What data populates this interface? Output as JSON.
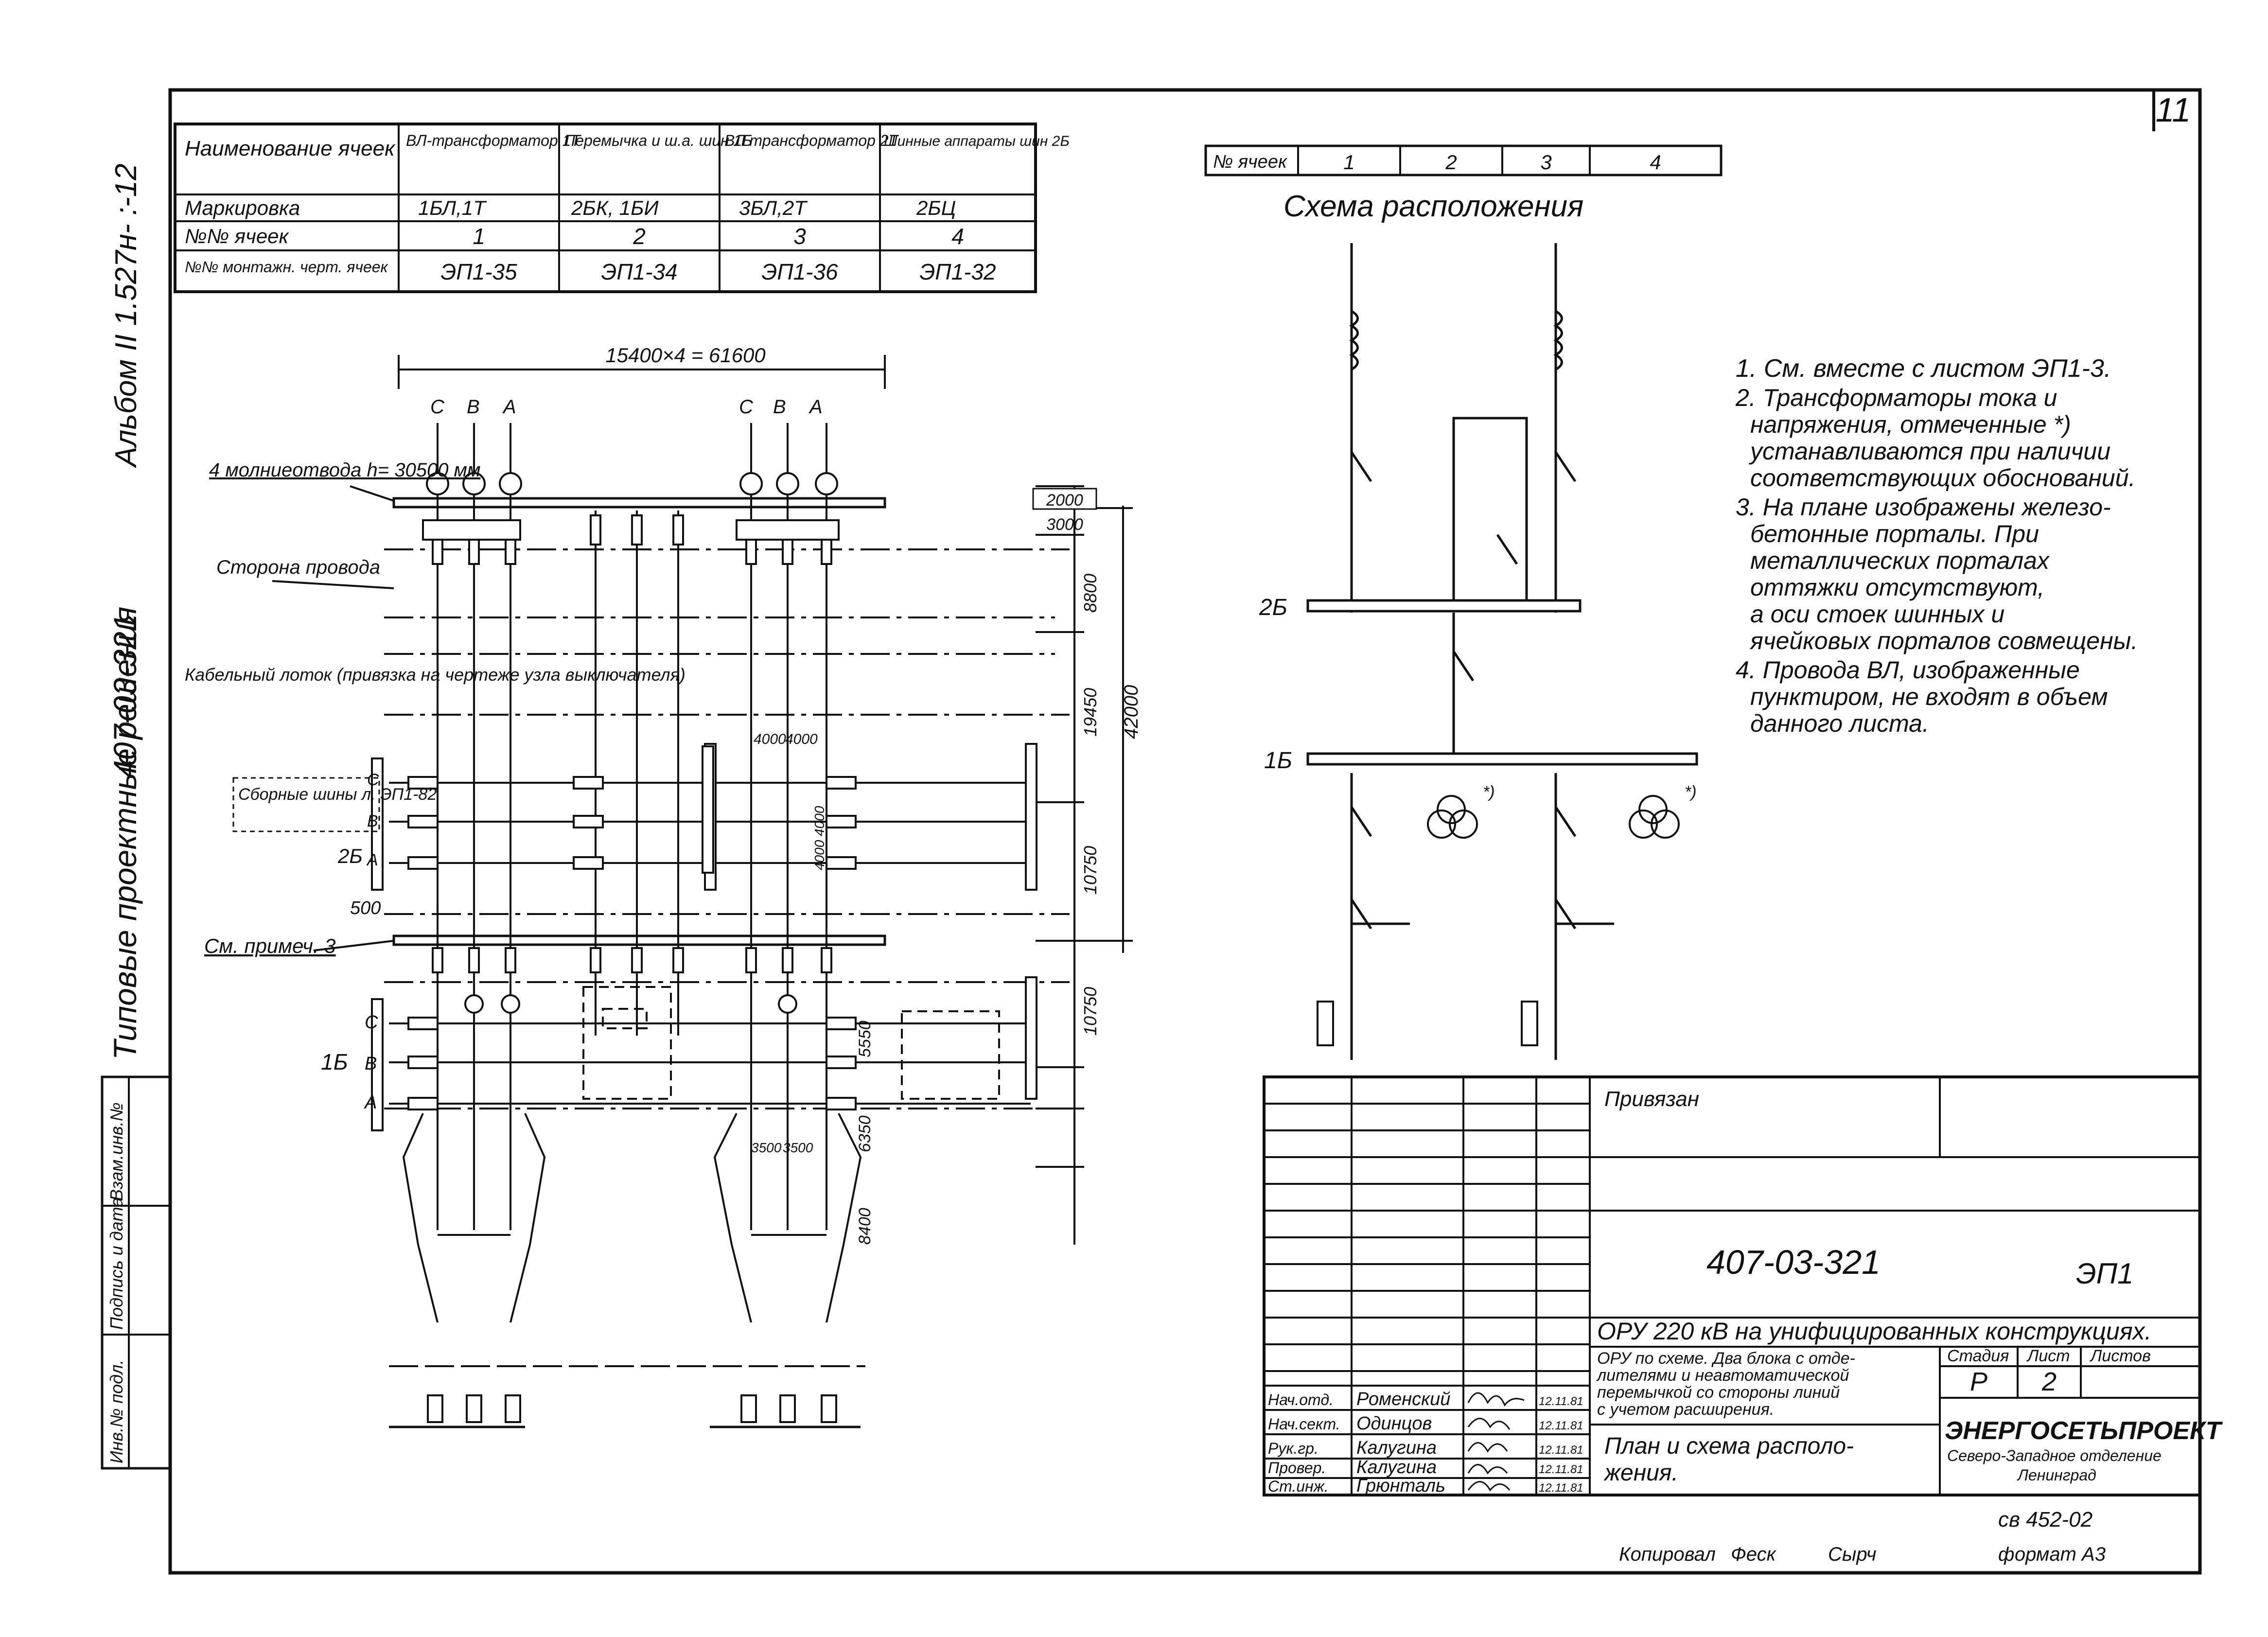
{
  "sheet_number": "11",
  "left_margin": {
    "series": "Типовые проектные решения",
    "doc_code": "407-03-321",
    "album": "Альбом II  1.527н-  :-12",
    "stamp_labels": [
      "Инв.№ подл.",
      "Подпись и дата",
      "Взам.инв.№"
    ]
  },
  "cells_table": {
    "rows": [
      [
        "Наименование ячеек",
        "ВЛ-трансформатор 1Т",
        "Перемычка и ш.а. шин 1Б",
        "ВЛ трансформатор 2Т",
        "Шинные аппараты шин 2Б"
      ],
      [
        "Маркировка",
        "1БЛ,1Т",
        "2БК, 1БИ",
        "3БЛ,2Т",
        "2БЦ"
      ],
      [
        "№№ ячеек",
        "1",
        "2",
        "3",
        "4"
      ],
      [
        "№№ монтажн. черт. ячеек",
        "ЭП1-35",
        "ЭП1-34",
        "ЭП1-36",
        "ЭП1-32"
      ]
    ]
  },
  "scheme_table": {
    "label": "№ ячеек",
    "cells": [
      "1",
      "2",
      "3",
      "4"
    ]
  },
  "scheme_title": "Схема расположения",
  "plan": {
    "overall_dim": "15400×4 = 61600",
    "phases": [
      "С",
      "В",
      "А"
    ],
    "lightning_rods": "4 молниеотвода h= 30500 мм",
    "wire_side": "Сторона провода",
    "cable_tray": "Кабельный лоток (привязка на чертеже узла выключателя)",
    "busbars_note": "Сборные шины л. ЭП1-82",
    "bus_2b": "2Б",
    "bus_1b": "1Б",
    "see_note": "См. примеч. 3",
    "dim_500": "500",
    "dims_right": [
      "2000",
      "3000",
      "8800",
      "19450",
      "42000",
      "10750",
      "10750",
      "5550",
      "6350",
      "8400"
    ],
    "dims_inner": [
      "4000",
      "4000",
      "4000",
      "4000",
      "3500",
      "3500"
    ]
  },
  "scheme": {
    "bus_2b": "2Б",
    "bus_1b": "1Б",
    "star": "*)"
  },
  "notes": [
    "1. См. вместе с листом ЭП1-3.",
    "2. Трансформаторы тока и напряжения, отмеченные *) устанавливаются при наличии соответствующих обоснований.",
    "3. На плане изображены железобетонные порталы. При металлических порталах оттяжки отсутствуют, а оси стоек шинных и ячейковых порталов совмещены.",
    "4. Провода ВЛ, изображенные пунктиром, не входят в объем данного листа."
  ],
  "title_block": {
    "privyazan": "Привязан",
    "doc_code": "407-03-321",
    "sheet_code": "ЭП1",
    "project_title": "ОРУ 220 кВ на унифицированных конструкциях.",
    "subtitle": "ОРУ по схеме. Два блока с отделителями и неавтоматической перемычкой со стороны линий с учетом расширения.",
    "stage_h": "Стадия",
    "sheet_h": "Лист",
    "sheets_h": "Листов",
    "stage": "Р",
    "sheet": "2",
    "sheets": "",
    "drawing_title": "План и схема расположения.",
    "org": "ЭНЕРГОСЕТЬПРОЕКТ",
    "org_branch": "Северо-Западное отделение Ленинград",
    "people": [
      {
        "role": "Нач.отд.",
        "name": "Роменский",
        "date": "12.11.81"
      },
      {
        "role": "Нач.сект.",
        "name": "Одинцов",
        "date": "12.11.81"
      },
      {
        "role": "Рук.гр.",
        "name": "Калугина",
        "date": "12.11.81"
      },
      {
        "role": "Провер.",
        "name": "Калугина",
        "date": "12.11.81"
      },
      {
        "role": "Ст.инж.",
        "name": "Грюнталь",
        "date": "12.11.81"
      }
    ],
    "archive": "св 452-02",
    "copied": "Копировал",
    "copier1": "Феск",
    "copier2": "Сырч",
    "format": "формат А3"
  }
}
